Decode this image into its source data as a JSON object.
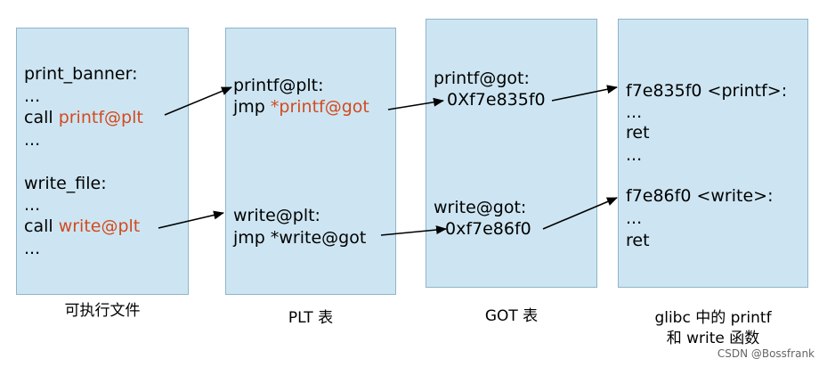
{
  "colors": {
    "box_fill": "#cde5f2",
    "box_border": "#8fb4c9",
    "highlight": "#d24a1e"
  },
  "executable": {
    "caption": "可执行文件",
    "print_banner": "print_banner:",
    "dots1": "...",
    "call1_prefix": "call ",
    "call1_target": "printf@plt",
    "dots2": "...",
    "write_file": "write_file:",
    "dots3": "...",
    "call2_prefix": "call ",
    "call2_target": "write@plt",
    "dots4": "..."
  },
  "plt": {
    "caption": "PLT 表",
    "printf_label": "printf@plt:",
    "printf_jmp_prefix": "jmp ",
    "printf_jmp_target": "*printf@got",
    "write_label": "write@plt:",
    "write_jmp": "jmp *write@got"
  },
  "got": {
    "caption": "GOT 表",
    "printf_label": "printf@got:",
    "printf_addr": "0Xf7e835f0",
    "write_label": "write@got:",
    "write_addr": "0xf7e86f0"
  },
  "glibc": {
    "caption_line1": "glibc 中的 printf",
    "caption_line2": "和 write 函数",
    "printf_head": "f7e835f0 <printf>:",
    "dots1": "...",
    "ret1": "ret",
    "dots2": "...",
    "write_head": "f7e86f0 <write>:",
    "dots3": "...",
    "ret2": "ret"
  },
  "watermark": "CSDN @Bossfrank"
}
